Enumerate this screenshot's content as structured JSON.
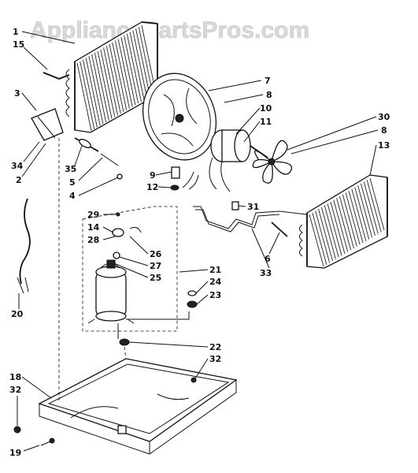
{
  "watermark": "AppliancePartsPros.com",
  "callouts": [
    {
      "key": "p1",
      "text": "1"
    },
    {
      "key": "p15",
      "text": "15"
    },
    {
      "key": "p3",
      "text": "3"
    },
    {
      "key": "p34",
      "text": "34"
    },
    {
      "key": "p2",
      "text": "2"
    },
    {
      "key": "p35",
      "text": "35"
    },
    {
      "key": "p5",
      "text": "5"
    },
    {
      "key": "p4",
      "text": "4"
    },
    {
      "key": "p7",
      "text": "7"
    },
    {
      "key": "p8a",
      "text": "8"
    },
    {
      "key": "p10",
      "text": "10"
    },
    {
      "key": "p11",
      "text": "11"
    },
    {
      "key": "p30",
      "text": "30"
    },
    {
      "key": "p8b",
      "text": "8"
    },
    {
      "key": "p13",
      "text": "13"
    },
    {
      "key": "p9",
      "text": "9"
    },
    {
      "key": "p12",
      "text": "12"
    },
    {
      "key": "p31",
      "text": "31"
    },
    {
      "key": "p29",
      "text": "29"
    },
    {
      "key": "p14",
      "text": "14"
    },
    {
      "key": "p28",
      "text": "28"
    },
    {
      "key": "p26",
      "text": "26"
    },
    {
      "key": "p27",
      "text": "27"
    },
    {
      "key": "p25",
      "text": "25"
    },
    {
      "key": "p21",
      "text": "21"
    },
    {
      "key": "p24",
      "text": "24"
    },
    {
      "key": "p23",
      "text": "23"
    },
    {
      "key": "p6",
      "text": "6"
    },
    {
      "key": "p33",
      "text": "33"
    },
    {
      "key": "p20",
      "text": "20"
    },
    {
      "key": "p22",
      "text": "22"
    },
    {
      "key": "p32a",
      "text": "32"
    },
    {
      "key": "p18",
      "text": "18"
    },
    {
      "key": "p32b",
      "text": "32"
    },
    {
      "key": "p19",
      "text": "19"
    }
  ]
}
